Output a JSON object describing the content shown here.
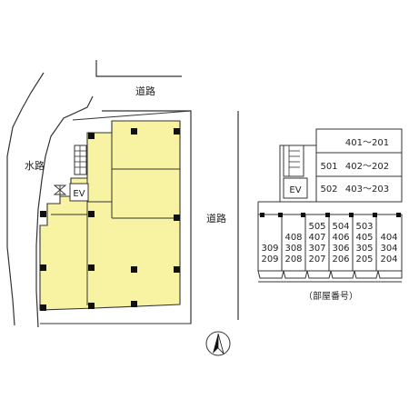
{
  "site_plan": {
    "road_north_label": "道路",
    "road_east_label": "道路",
    "waterway_label": "水路",
    "elevator_label": "EV"
  },
  "floor_plan": {
    "elevator_label": "EV",
    "upper_units": [
      {
        "primary": "",
        "secondary": "401～201"
      },
      {
        "primary": "501",
        "secondary": "402～202"
      },
      {
        "primary": "502",
        "secondary": "403～203"
      }
    ],
    "lower_units": [
      {
        "rows": [
          "",
          "309",
          "209"
        ]
      },
      {
        "rows": [
          "",
          "408",
          "308",
          "208"
        ]
      },
      {
        "rows": [
          "505",
          "407",
          "307",
          "207"
        ]
      },
      {
        "rows": [
          "504",
          "406",
          "306",
          "206"
        ]
      },
      {
        "rows": [
          "503",
          "405",
          "305",
          "205"
        ]
      },
      {
        "rows": [
          "404",
          "304",
          "204"
        ]
      }
    ],
    "caption": "（部屋番号）"
  },
  "compass": {
    "symbol": "N"
  },
  "colors": {
    "building_fill": "#f7f3a3",
    "line": "#333333",
    "pillar": "#111111"
  }
}
